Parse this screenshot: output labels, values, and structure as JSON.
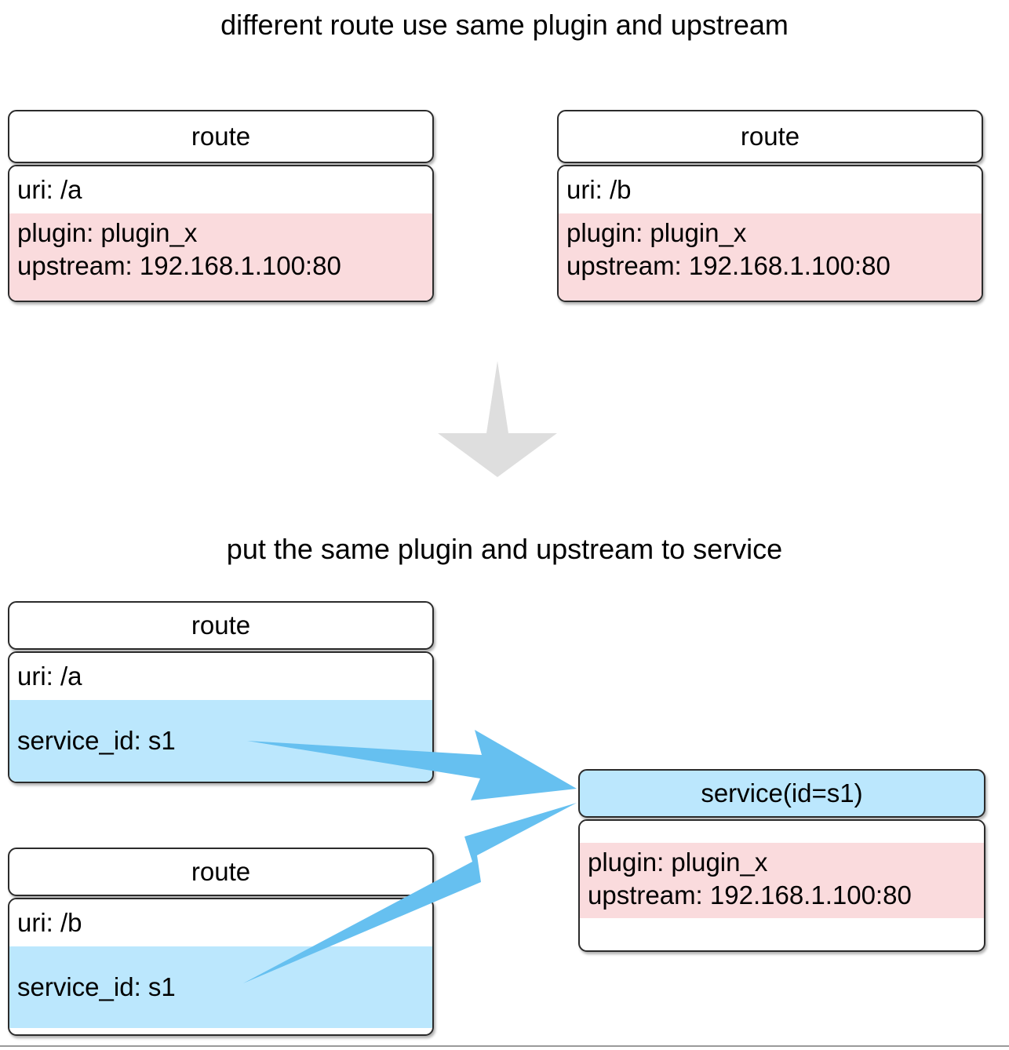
{
  "titles": {
    "top": "different route use same plugin and upstream",
    "bottom": "put the same plugin and upstream to service"
  },
  "colors": {
    "pink_fill": "#fadbdd",
    "blue_fill": "#bbe7fd",
    "arrow_blue": "#66c0f0",
    "down_arrow_gray": "#dedede",
    "border": "#2b2b2b",
    "background": "#ffffff"
  },
  "top_section": {
    "route_a": {
      "header": "route",
      "uri": "uri: /a",
      "plugin": "plugin: plugin_x",
      "upstream": "upstream: 192.168.1.100:80"
    },
    "route_b": {
      "header": "route",
      "uri": "uri: /b",
      "plugin": "plugin: plugin_x",
      "upstream": "upstream: 192.168.1.100:80"
    }
  },
  "transition": {
    "arrow": "down-arrow-icon"
  },
  "bottom_section": {
    "route_a": {
      "header": "route",
      "uri": "uri: /a",
      "service_id": "service_id: s1"
    },
    "route_b": {
      "header": "route",
      "uri": "uri: /b",
      "service_id": "service_id: s1"
    },
    "service": {
      "header": "service(id=s1)",
      "plugin": "plugin: plugin_x",
      "upstream": "upstream: 192.168.1.100:80"
    },
    "links": [
      {
        "from": "route_a.service_id",
        "to": "service.header"
      },
      {
        "from": "route_b.service_id",
        "to": "service.header"
      }
    ]
  }
}
